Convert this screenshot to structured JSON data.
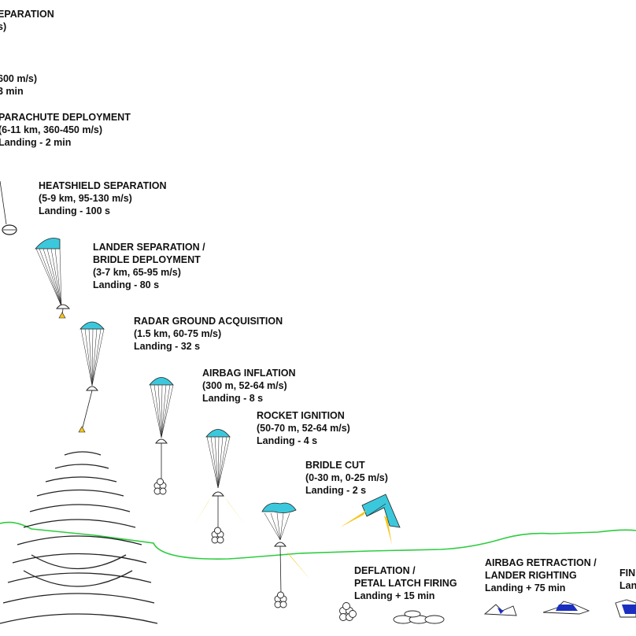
{
  "colors": {
    "canopy": "#3cc8dc",
    "ground": "#2ecc40",
    "rocket_flame": "#f5c518",
    "lander_petal": "#1a2fbf",
    "line": "#222222",
    "text": "#111111"
  },
  "stages": [
    {
      "id": "backshell_separation",
      "lines": [
        "EPARATION",
        "s)"
      ]
    },
    {
      "id": "entry",
      "lines": [
        "600 m/s)",
        "3 min"
      ]
    },
    {
      "id": "parachute_deployment",
      "lines": [
        "PARACHUTE DEPLOYMENT",
        "(6-11 km, 360-450 m/s)",
        "Landing - 2 min"
      ]
    },
    {
      "id": "heatshield_separation",
      "lines": [
        "HEATSHIELD SEPARATION",
        "(5-9 km, 95-130 m/s)",
        "Landing - 100 s"
      ]
    },
    {
      "id": "lander_separation",
      "lines": [
        "LANDER SEPARATION /",
        "BRIDLE DEPLOYMENT",
        "(3-7 km, 65-95 m/s)",
        "Landing - 80 s"
      ]
    },
    {
      "id": "radar_ground_acquisition",
      "lines": [
        "RADAR GROUND ACQUISITION",
        "(1.5 km, 60-75 m/s)",
        "Landing - 32 s"
      ]
    },
    {
      "id": "airbag_inflation",
      "lines": [
        "AIRBAG INFLATION",
        "(300 m, 52-64 m/s)",
        "Landing - 8 s"
      ]
    },
    {
      "id": "rocket_ignition",
      "lines": [
        "ROCKET IGNITION",
        "(50-70 m, 52-64 m/s)",
        "Landing -  4 s"
      ]
    },
    {
      "id": "bridle_cut",
      "lines": [
        "BRIDLE CUT",
        "(0-30 m, 0-25 m/s)",
        "Landing - 2 s"
      ]
    },
    {
      "id": "deflation",
      "lines": [
        "DEFLATION /",
        "PETAL LATCH FIRING",
        "Landing + 15 min"
      ]
    },
    {
      "id": "airbag_retraction",
      "lines": [
        "AIRBAG RETRACTION /",
        "LANDER RIGHTING",
        "Landing +  75 min"
      ]
    },
    {
      "id": "final",
      "lines": [
        "FIN",
        "Lan"
      ]
    }
  ]
}
